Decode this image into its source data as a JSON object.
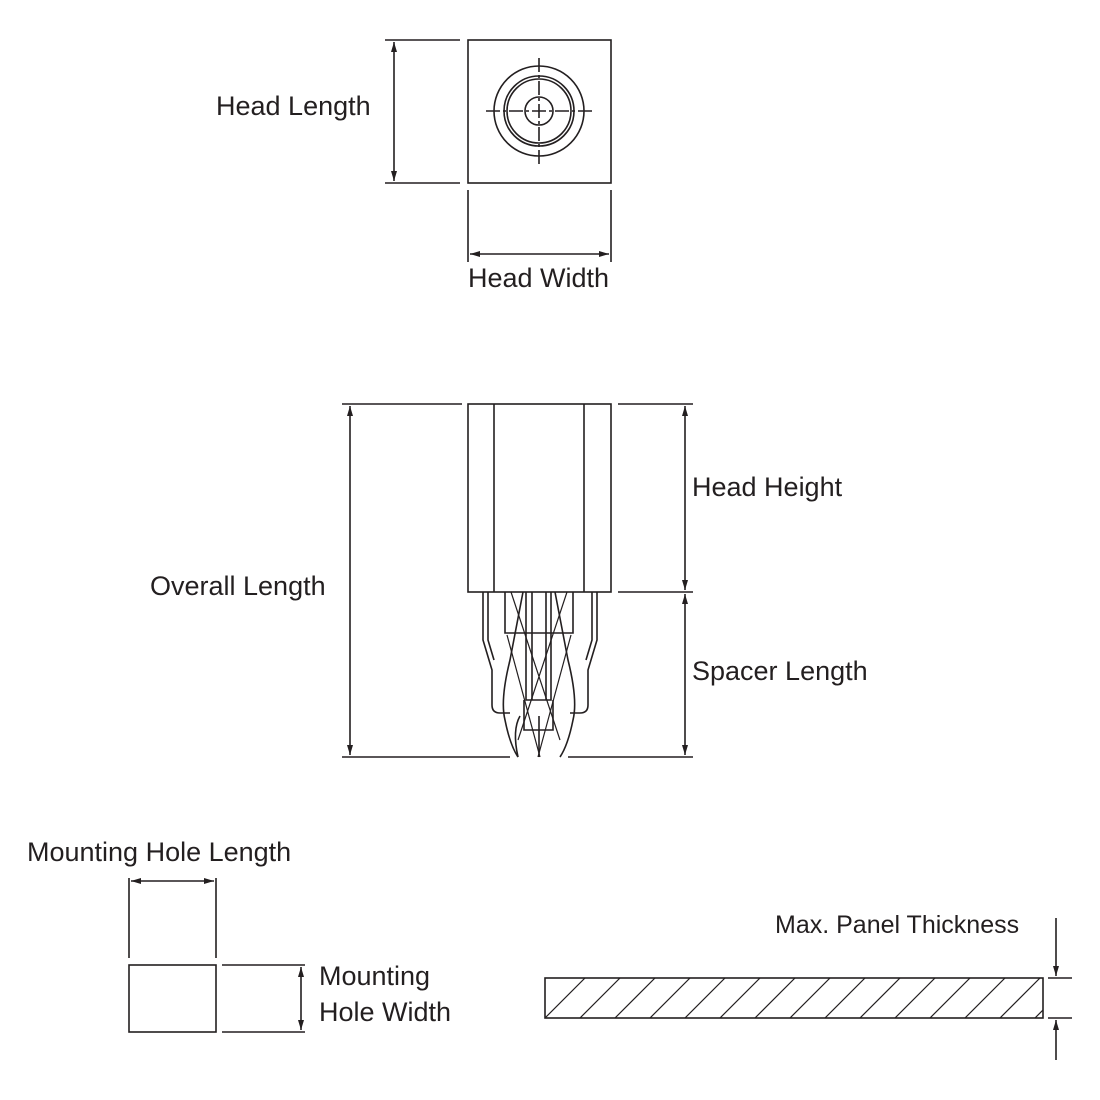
{
  "labels": {
    "head_length": "Head Length",
    "head_width": "Head Width",
    "head_height": "Head Height",
    "overall_length": "Overall Length",
    "spacer_length": "Spacer Length",
    "mounting_hole_length": "Mounting Hole Length",
    "mounting_hole_width_line1": "Mounting",
    "mounting_hole_width_line2": "Hole Width",
    "max_panel_thickness": "Max. Panel Thickness"
  }
}
